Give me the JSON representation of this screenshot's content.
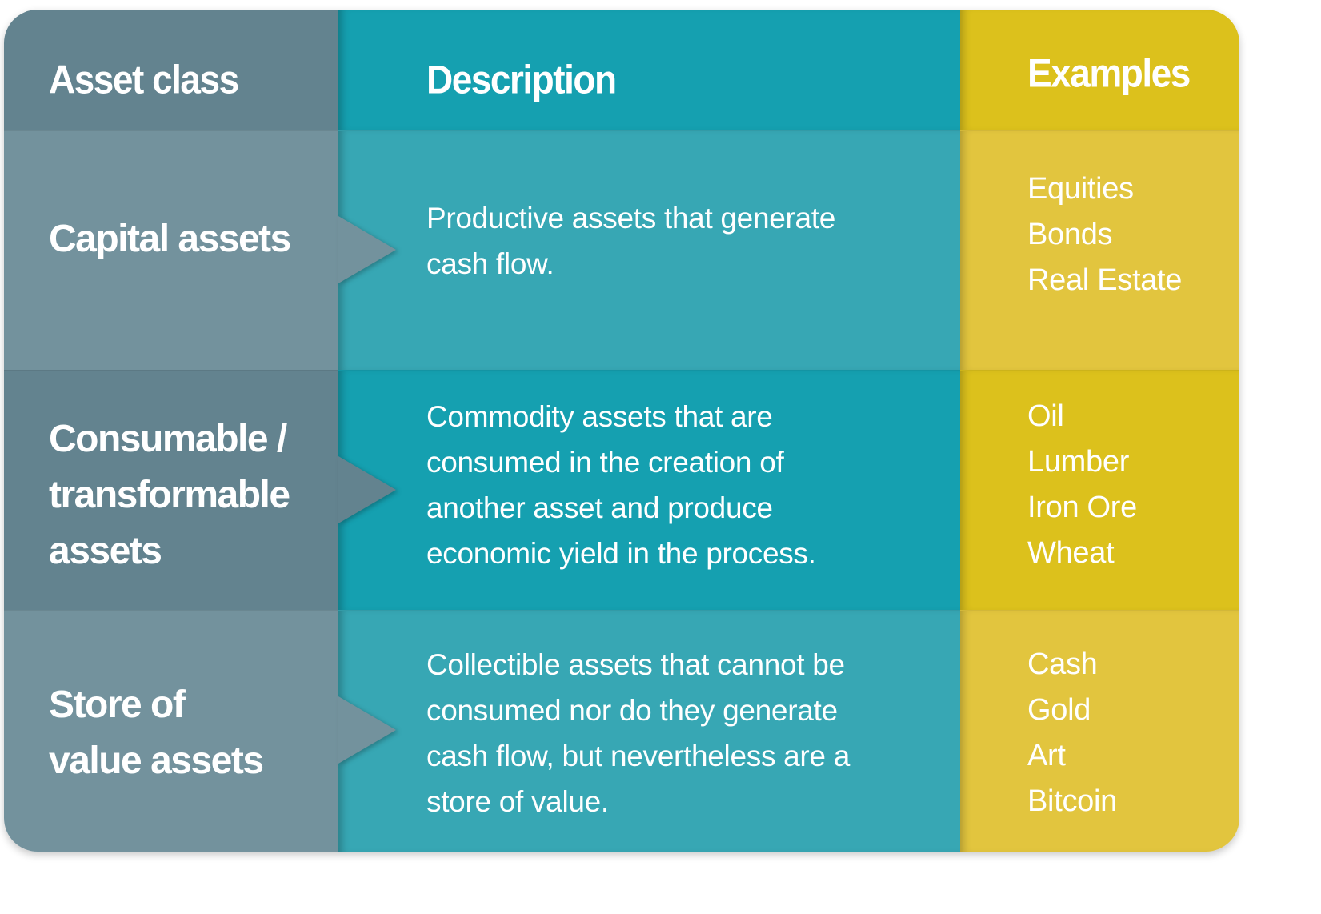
{
  "header": {
    "asset_class": "Asset class",
    "description": "Description",
    "examples": "Examples"
  },
  "rows": [
    {
      "class_lines": [
        "Capital assets"
      ],
      "description_lines": [
        "Productive assets that generate",
        "cash flow."
      ],
      "examples": [
        "Equities",
        "Bonds",
        "Real Estate"
      ]
    },
    {
      "class_lines": [
        "Consumable /",
        "transformable",
        "assets"
      ],
      "description_lines": [
        "Commodity assets that are",
        "consumed in the creation of",
        "another asset and produce",
        "economic yield in the process."
      ],
      "examples": [
        "Oil",
        "Lumber",
        "Iron Ore",
        "Wheat"
      ]
    },
    {
      "class_lines": [
        "Store of",
        "value assets"
      ],
      "description_lines": [
        "Collectible assets that cannot be",
        "consumed nor do they generate",
        "cash flow, but nevertheless are a",
        "store of value."
      ],
      "examples": [
        "Cash",
        "Gold",
        "Art",
        "Bitcoin"
      ]
    }
  ],
  "colors": {
    "asset_class_dark": "#63838f",
    "asset_class_light": "#73929d",
    "description_dark": "#15a0b0",
    "description_light": "#37a7b4",
    "examples_dark": "#dcc11c",
    "examples_light": "#e2c53e",
    "text": "#ffffff"
  }
}
